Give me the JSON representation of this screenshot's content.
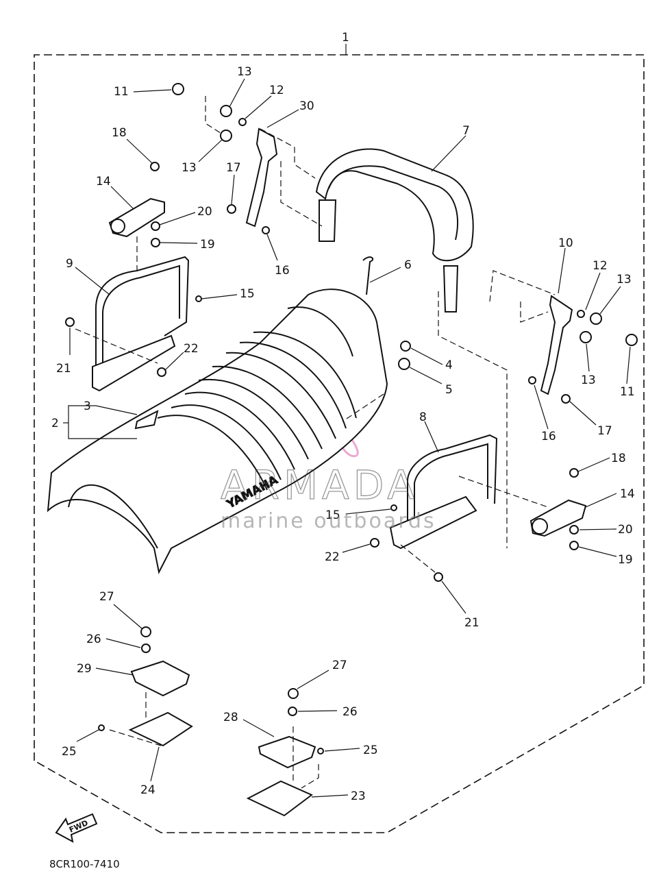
{
  "diagram_code": "8CR100-7410",
  "fwd_label": "FWD",
  "watermark": {
    "brand": "ARMADA",
    "tagline": "marine outboards",
    "tagline_color": "#8a8a8a",
    "logo_color": "#e48cc0"
  },
  "seat_brand": "YAMAHA",
  "callouts": [
    {
      "id": "c1",
      "text": "1"
    },
    {
      "id": "c2",
      "text": "2"
    },
    {
      "id": "c3",
      "text": "3"
    },
    {
      "id": "c4",
      "text": "4"
    },
    {
      "id": "c5",
      "text": "5"
    },
    {
      "id": "c6",
      "text": "6"
    },
    {
      "id": "c7",
      "text": "7"
    },
    {
      "id": "c8",
      "text": "8"
    },
    {
      "id": "c9",
      "text": "9"
    },
    {
      "id": "c10",
      "text": "10"
    },
    {
      "id": "c11a",
      "text": "11"
    },
    {
      "id": "c11b",
      "text": "11"
    },
    {
      "id": "c12a",
      "text": "12"
    },
    {
      "id": "c12b",
      "text": "12"
    },
    {
      "id": "c13a",
      "text": "13"
    },
    {
      "id": "c13b",
      "text": "13"
    },
    {
      "id": "c13c",
      "text": "13"
    },
    {
      "id": "c13d",
      "text": "13"
    },
    {
      "id": "c14a",
      "text": "14"
    },
    {
      "id": "c14b",
      "text": "14"
    },
    {
      "id": "c15a",
      "text": "15"
    },
    {
      "id": "c15b",
      "text": "15"
    },
    {
      "id": "c16a",
      "text": "16"
    },
    {
      "id": "c16b",
      "text": "16"
    },
    {
      "id": "c17a",
      "text": "17"
    },
    {
      "id": "c17b",
      "text": "17"
    },
    {
      "id": "c18a",
      "text": "18"
    },
    {
      "id": "c18b",
      "text": "18"
    },
    {
      "id": "c19a",
      "text": "19"
    },
    {
      "id": "c19b",
      "text": "19"
    },
    {
      "id": "c20a",
      "text": "20"
    },
    {
      "id": "c20b",
      "text": "20"
    },
    {
      "id": "c21a",
      "text": "21"
    },
    {
      "id": "c21b",
      "text": "21"
    },
    {
      "id": "c22a",
      "text": "22"
    },
    {
      "id": "c22b",
      "text": "22"
    },
    {
      "id": "c23",
      "text": "23"
    },
    {
      "id": "c24",
      "text": "24"
    },
    {
      "id": "c25a",
      "text": "25"
    },
    {
      "id": "c25b",
      "text": "25"
    },
    {
      "id": "c26a",
      "text": "26"
    },
    {
      "id": "c26b",
      "text": "26"
    },
    {
      "id": "c27a",
      "text": "27"
    },
    {
      "id": "c27b",
      "text": "27"
    },
    {
      "id": "c28",
      "text": "28"
    },
    {
      "id": "c29",
      "text": "29"
    },
    {
      "id": "c30",
      "text": "30"
    }
  ]
}
